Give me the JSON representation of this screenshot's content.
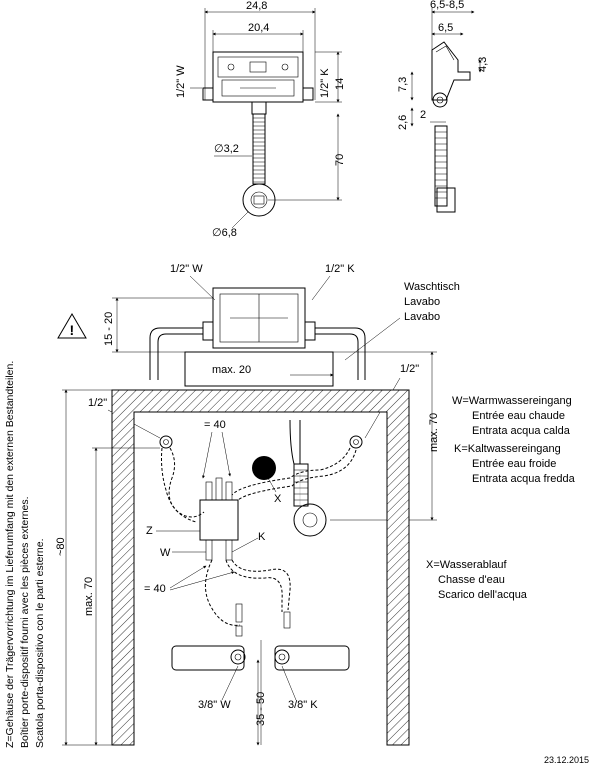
{
  "top_front": {
    "dim_width_outer": "24,8",
    "dim_width_inner": "20,4",
    "label_left": "1/2\" W",
    "label_right": "1/2\" K",
    "dim_height": "14",
    "dim_hose_diameter": "∅3,2",
    "dim_hose_length": "70",
    "dim_drain_diameter": "∅6,8"
  },
  "top_side": {
    "dim_outer": "6,5-8,5",
    "dim_inner": "6,5",
    "dim_43": "4,3",
    "dim_73": "7,3",
    "dim_26": "2,6",
    "dim_2": "2"
  },
  "install": {
    "label_w_top": "1/2\" W",
    "label_k_top": "1/2\" K",
    "dim_15_20": "15 - 20",
    "basin_lines": [
      "Waschtisch",
      "Lavabo",
      "Lavabo"
    ],
    "dim_max20": "max. 20",
    "label_half_right": "1/2\"",
    "label_half_left": "1/2\"",
    "dim_eq40_top": "= 40",
    "dim_eq40_bottom": "= 40",
    "label_x": "X",
    "label_z": "Z",
    "label_w": "W",
    "label_k": "K",
    "dim_max70_right": "max. 70",
    "dim_max70_left": "max. 70",
    "dim_80": "~80",
    "dim_35_50": "35 - 50",
    "label_38w": "3/8\" W",
    "label_38k": "3/8\" K"
  },
  "legend": {
    "w_lines": [
      "W=Warmwassereingang",
      "Entrée eau chaude",
      "Entrata acqua calda"
    ],
    "k_lines": [
      "K=Kaltwassereingang",
      "Entrée eau froide",
      "Entrata acqua fredda"
    ],
    "x_lines": [
      "X=Wasserablauf",
      "Chasse d'eau",
      "Scarico dell'acqua"
    ]
  },
  "side_note": [
    "Z=Gehäuse der Trägervorrichtung im Lieferumfang mit den externen Bestandteilen.",
    "Boîtier porte-dispositif fourni avec les pièces externes.",
    "Scatola porta-dispositivo con le parti esterne."
  ],
  "date": "23.12.2015"
}
